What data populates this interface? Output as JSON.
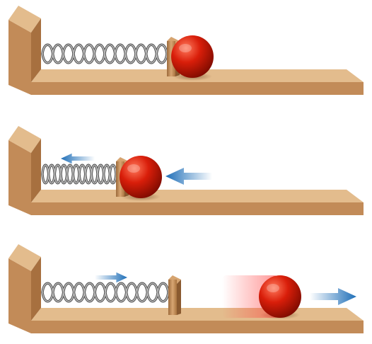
{
  "colors": {
    "wood_top": "#e3bc8d",
    "wood_front": "#c28b58",
    "wood_side": "#a7703f",
    "wood_edge": "#8a5a30",
    "spring": "#7a7a7a",
    "spring_shadow": "#4a4a4a",
    "ball_light": "#ff6a50",
    "ball_mid": "#d91e0a",
    "ball_dark": "#8e0d00",
    "arrow_blue": "#1f6fb8",
    "arrow_light": "#cfe2f4",
    "blur_red": "#ff3b3b"
  },
  "panels": [
    {
      "id": "rest",
      "spring_state": "relaxed",
      "ball_state": "resting-against-plate",
      "arrows": []
    },
    {
      "id": "compressed",
      "spring_state": "compressed",
      "ball_state": "pushing-left",
      "arrows": [
        "left",
        "left"
      ]
    },
    {
      "id": "released",
      "spring_state": "relaxed",
      "ball_state": "moving-right",
      "arrows": [
        "right",
        "right"
      ]
    }
  ]
}
